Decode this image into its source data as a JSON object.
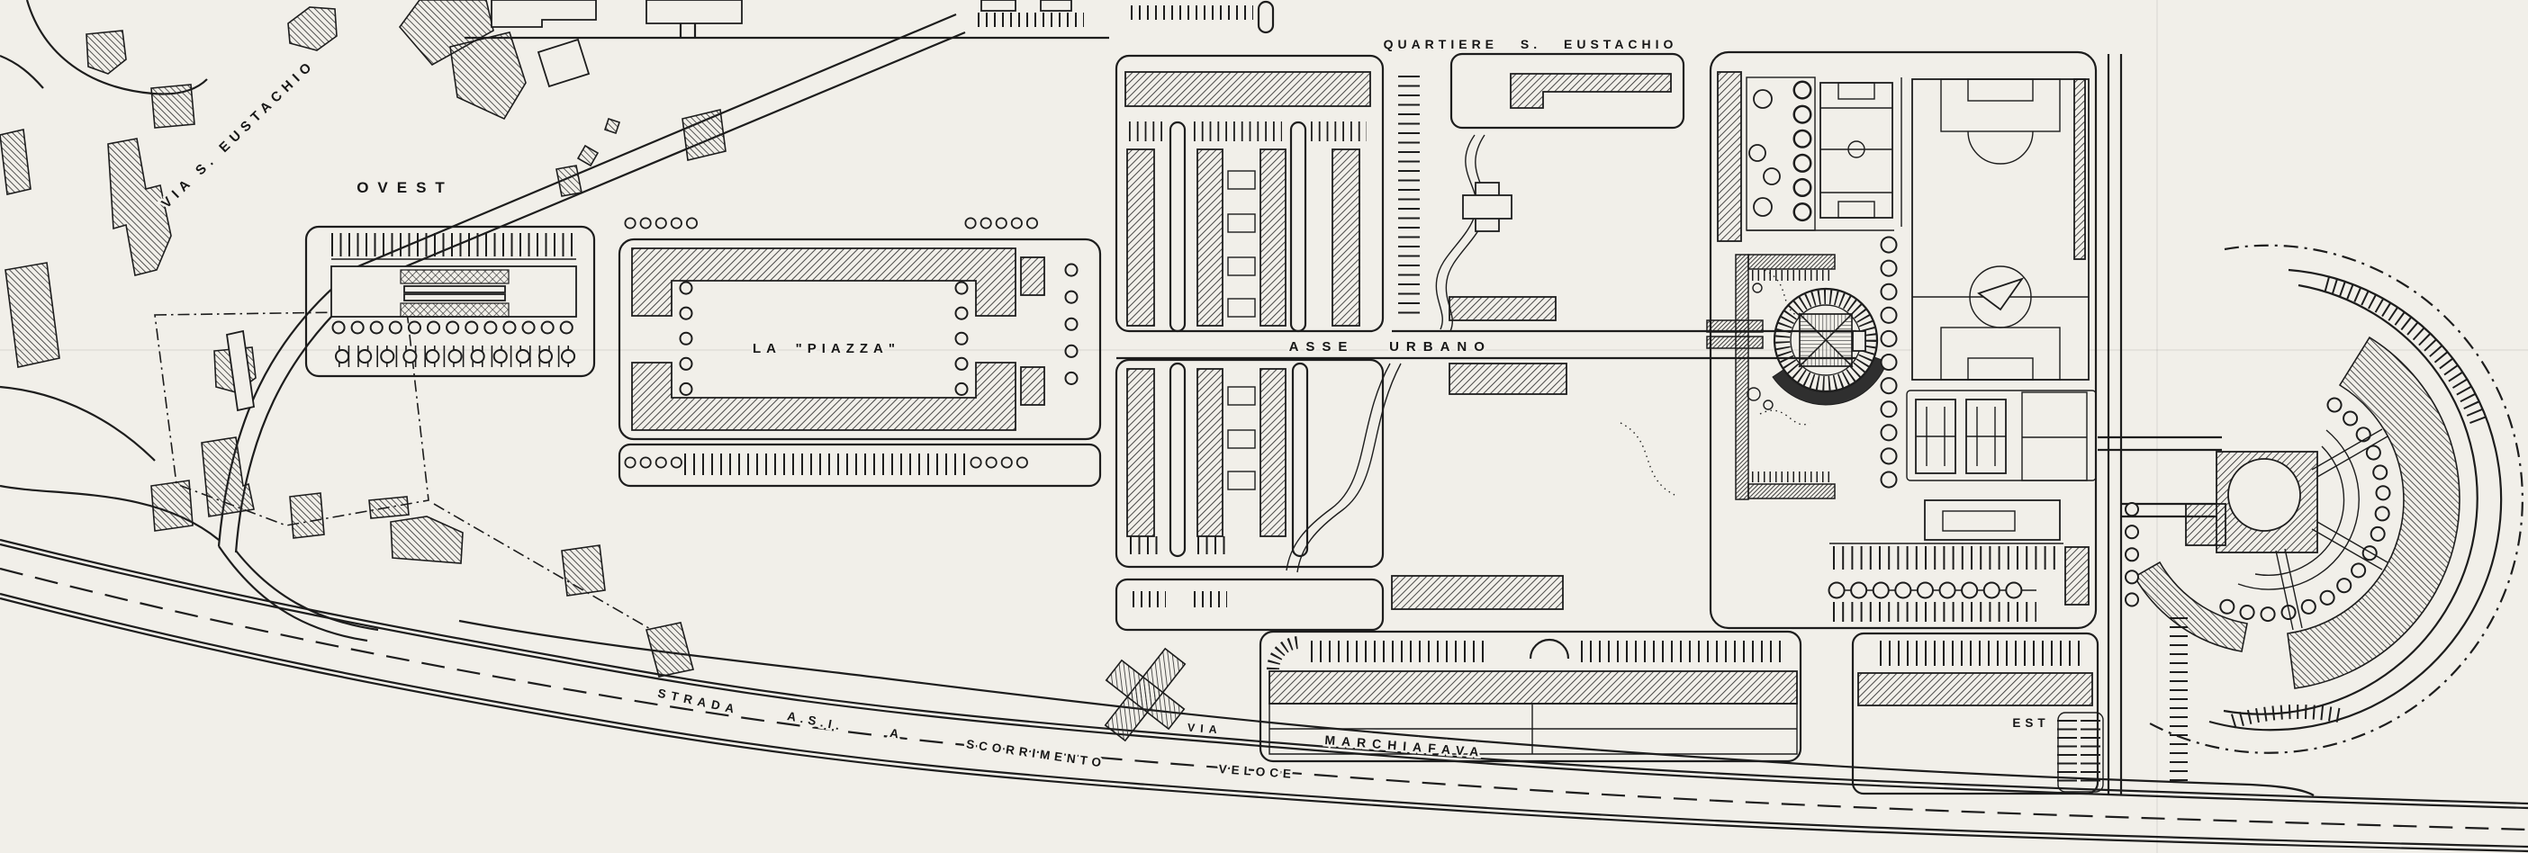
{
  "drawing": {
    "paper_color": "#f1efe9",
    "ink_color": "#1d1d1d",
    "labels": {
      "via_s_eustachio": "VIA S. EUSTACHIO",
      "ovest": "OVEST",
      "quartiere_s_eustachio": "QUARTIERE S. EUSTACHIO",
      "la_piazza": "LA \"PIAZZA\"",
      "asse": "ASSE",
      "urbano": "URBANO",
      "est": "EST",
      "via": "VIA",
      "marchiafava": "MARCHIAFAVA",
      "strada_words": [
        "STRADA",
        "A.S.I.",
        "A",
        "SCORRIMENTO",
        "VELOCE"
      ]
    }
  }
}
